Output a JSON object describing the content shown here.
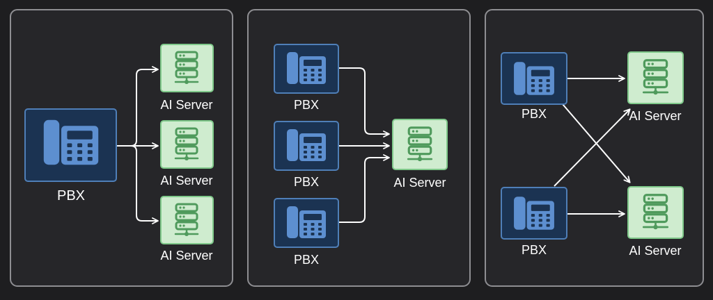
{
  "colors": {
    "background": "#1e1e20",
    "panel_fill": "#262629",
    "panel_border": "#8e8e92",
    "pbx_fill": "#1b3352",
    "pbx_border": "#4f7fb8",
    "phone_icon": "#5d8fd0",
    "server_fill": "#cfeccf",
    "server_border": "#7fc98a",
    "server_icon": "#4f9a5c",
    "arrow": "#ffffff",
    "label": "#ffffff"
  },
  "icons": {
    "pbx": "desk-phone-icon",
    "server": "server-stack-icon"
  },
  "panels": [
    {
      "name": "one-pbx-to-many-servers",
      "pbx_nodes": [
        {
          "label": "PBX"
        }
      ],
      "server_nodes": [
        {
          "label": "AI Server"
        },
        {
          "label": "AI Server"
        },
        {
          "label": "AI Server"
        }
      ]
    },
    {
      "name": "many-pbx-to-one-server",
      "pbx_nodes": [
        {
          "label": "PBX"
        },
        {
          "label": "PBX"
        },
        {
          "label": "PBX"
        }
      ],
      "server_nodes": [
        {
          "label": "AI Server"
        }
      ]
    },
    {
      "name": "many-pbx-to-many-servers",
      "pbx_nodes": [
        {
          "label": "PBX"
        },
        {
          "label": "PBX"
        }
      ],
      "server_nodes": [
        {
          "label": "AI Server"
        },
        {
          "label": "AI Server"
        }
      ]
    }
  ]
}
